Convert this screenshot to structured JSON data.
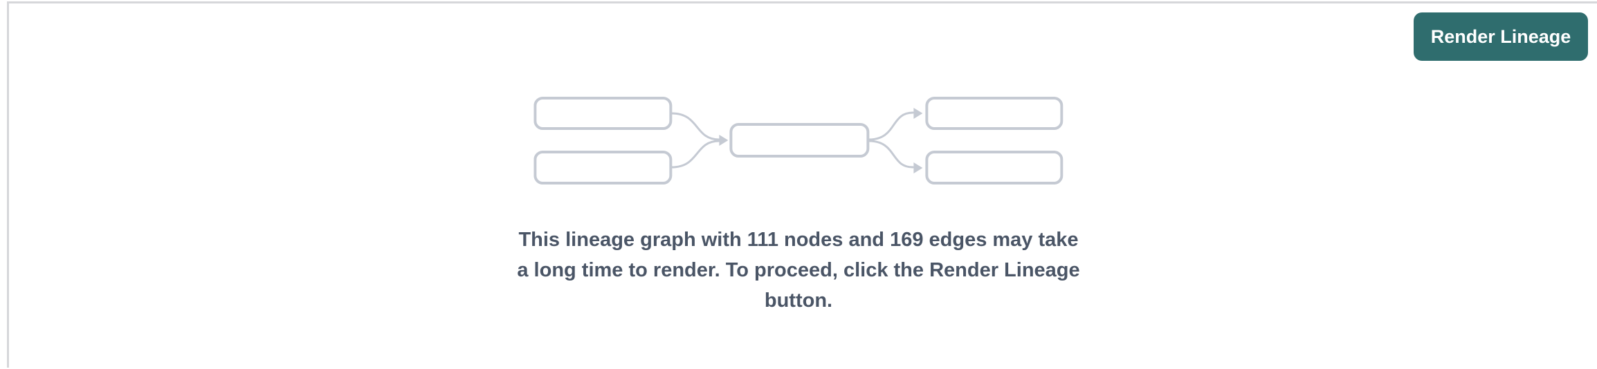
{
  "pane": {
    "name": "lineage-pane",
    "toolbar": {
      "render_button_label": "Render Lineage"
    },
    "placeholder_graphic": {
      "icon": "lineage-graph-icon",
      "nodes": 5,
      "description": "two source nodes feeding one center node feeding two target nodes"
    },
    "message": {
      "full_text": "This lineage graph with 111 nodes and 169 edges may take a long time to render. To proceed, click the Render Lineage button.",
      "lines": [
        "This lineage graph with 111 nodes and 169 edges may take",
        "a long time to render. To proceed, click the Render Lineage",
        "button."
      ],
      "node_count": "111",
      "edge_count": "169"
    }
  },
  "colors": {
    "accent_teal": "#2f6d6e",
    "button_text": "#ffffff",
    "message_text": "#4a5566",
    "placeholder_stroke": "#c5cad3",
    "divider": "#d6d7da"
  }
}
